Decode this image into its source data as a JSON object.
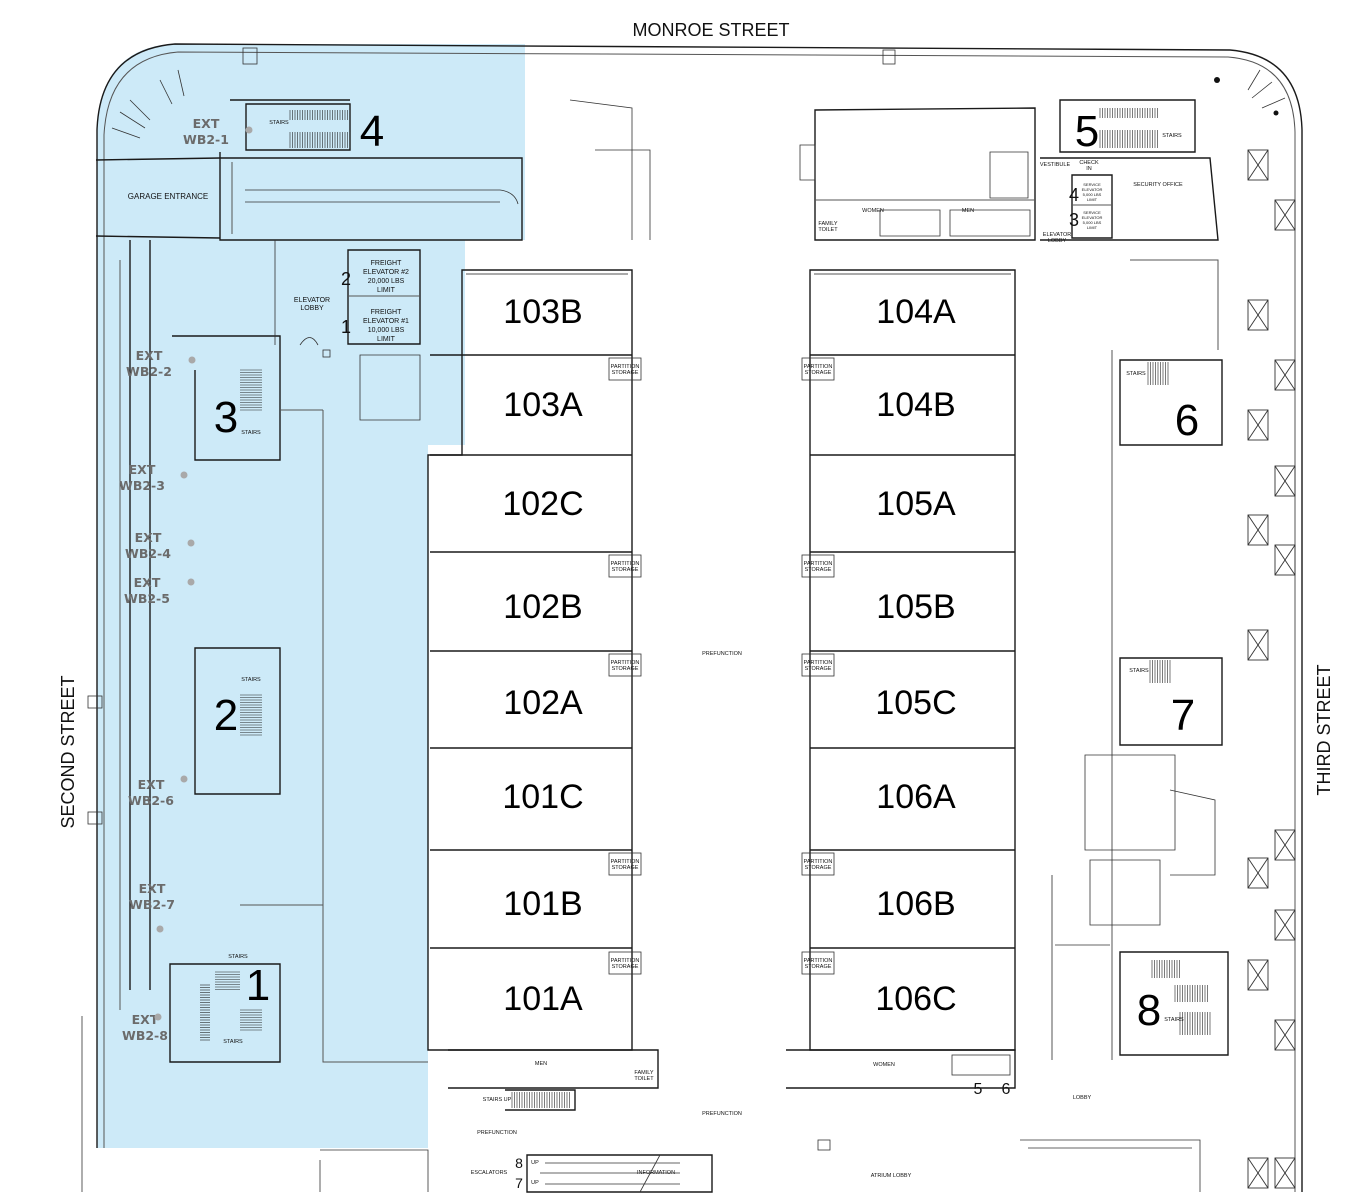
{
  "map": {
    "title": "Floor plan",
    "highlight_color": "#cdeaf8",
    "streets": {
      "north": "MONROE STREET",
      "west": "SECOND STREET",
      "east": "THIRD STREET"
    },
    "rooms_west": [
      {
        "id": "103B",
        "label": "103B"
      },
      {
        "id": "103A",
        "label": "103A"
      },
      {
        "id": "102C",
        "label": "102C"
      },
      {
        "id": "102B",
        "label": "102B"
      },
      {
        "id": "102A",
        "label": "102A"
      },
      {
        "id": "101C",
        "label": "101C"
      },
      {
        "id": "101B",
        "label": "101B"
      },
      {
        "id": "101A",
        "label": "101A"
      }
    ],
    "rooms_east": [
      {
        "id": "104A",
        "label": "104A"
      },
      {
        "id": "104B",
        "label": "104B"
      },
      {
        "id": "105A",
        "label": "105A"
      },
      {
        "id": "105B",
        "label": "105B"
      },
      {
        "id": "105C",
        "label": "105C"
      },
      {
        "id": "106A",
        "label": "106A"
      },
      {
        "id": "106B",
        "label": "106B"
      },
      {
        "id": "106C",
        "label": "106C"
      }
    ],
    "partition_storage": {
      "line1": "PARTITION",
      "line2": "STORAGE"
    },
    "stairs_label": "STAIRS",
    "stairwells": [
      "1",
      "2",
      "3",
      "4",
      "5",
      "6",
      "7",
      "8"
    ],
    "exits": [
      {
        "line1": "EXT",
        "line2": "WB2-1"
      },
      {
        "line1": "EXT",
        "line2": "WB2-2"
      },
      {
        "line1": "EXT",
        "line2": "WB2-3"
      },
      {
        "line1": "EXT",
        "line2": "WB2-4"
      },
      {
        "line1": "EXT",
        "line2": "WB2-5"
      },
      {
        "line1": "EXT",
        "line2": "WB2-6"
      },
      {
        "line1": "EXT",
        "line2": "WB2-7"
      },
      {
        "line1": "EXT",
        "line2": "WB2-8"
      }
    ],
    "labels": {
      "garage_entrance": "GARAGE ENTRANCE",
      "elevator_lobby_west": [
        "ELEVATOR",
        "LOBBY"
      ],
      "freight_2": [
        "FREIGHT",
        "ELEVATOR #2",
        "20,000 LBS",
        "LIMIT"
      ],
      "freight_1": [
        "FREIGHT",
        "ELEVATOR #1",
        "10,000 LBS",
        "LIMIT"
      ],
      "freight_num_2": "2",
      "freight_num_1": "1",
      "family_toilet": [
        "FAMILY",
        "TOILET"
      ],
      "women": "WOMEN",
      "men": "MEN",
      "vestibule": "VESTIBULE",
      "check_in": [
        "CHECK",
        "IN"
      ],
      "security_office": "SECURITY OFFICE",
      "service_elev": [
        "SERVICE",
        "ELEVATOR",
        "5,000 LBS",
        "LIMIT"
      ],
      "service_num_4": "4",
      "service_num_3": "3",
      "elevator_lobby_east": [
        "ELEVATOR",
        "LOBBY"
      ],
      "prefunction_center": "PREFUNCTION",
      "prefunction_south": "PREFUNCTION",
      "prefunction_sw": "PREFUNCTION",
      "stairs_up": "STAIRS UP",
      "escalators": "ESCALATORS",
      "escalator_8": "8",
      "escalator_7": "7",
      "up": "UP",
      "information": "INFORMATION",
      "atrium_lobby": "ATRIUM LOBBY",
      "lobby": "LOBBY",
      "women_south": "WOMEN",
      "men_south": "MEN",
      "family_toilet_south": [
        "FAMILY",
        "TOILET"
      ],
      "passenger_num_5": "5",
      "passenger_num_6": "6"
    }
  }
}
